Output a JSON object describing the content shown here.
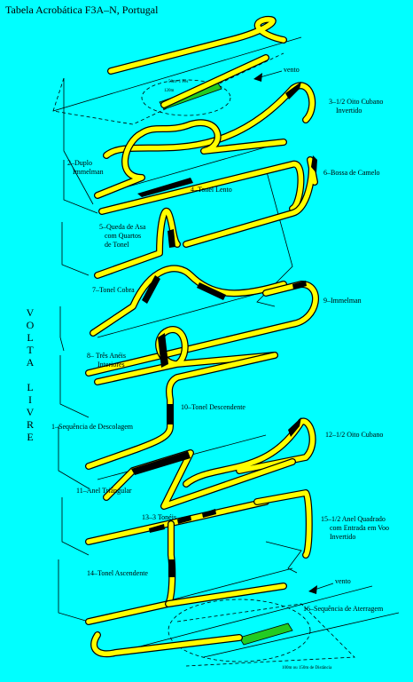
{
  "title": "Tabela Acrobática F3A–N, Portugal",
  "side_label": [
    "V",
    "O",
    "L",
    "T",
    "A",
    "",
    "L",
    "I",
    "V",
    "R",
    "E"
  ],
  "labels": {
    "vento_top": "vento",
    "vento_bottom": "vento",
    "m3a": "3–1/2 Oito Cubano",
    "m3b": "Invertido",
    "m2a": "2–Duplo",
    "m2b": "Immelman",
    "m4": "4–Tonel Lento",
    "m6": "6–Bossa de Camelo",
    "m5a": "5–Queda de Asa",
    "m5b": "com Quartos",
    "m5c": "de Tonel",
    "m7": "7–Tonel Cobra",
    "m9": "9–Immelman",
    "m8a": "8– Três Anéis",
    "m8b": "Interiores",
    "m10": "10–Tonel Descendente",
    "m1": "1–Sequência de Descolagem",
    "m12": "12–1/2 Oito Cubano",
    "m11": "11–Anel Triângular",
    "m13": "13–3 Tonéis",
    "m15a": "15–1/2 Anel Quadrado",
    "m15b": "com Entrada em Voo",
    "m15c": "Invertido",
    "m14": "14–Tonel Ascendente",
    "m16": "16–Sequência de Aterragem",
    "box_top_a": "50m~1 Pés",
    "box_top_b": "120m",
    "box_bottom": "100m ou 150m de Distância"
  },
  "colors": {
    "background": "#00ffff",
    "ribbon": "#ffff00",
    "runway": "#22cc22",
    "outline": "#000000"
  }
}
